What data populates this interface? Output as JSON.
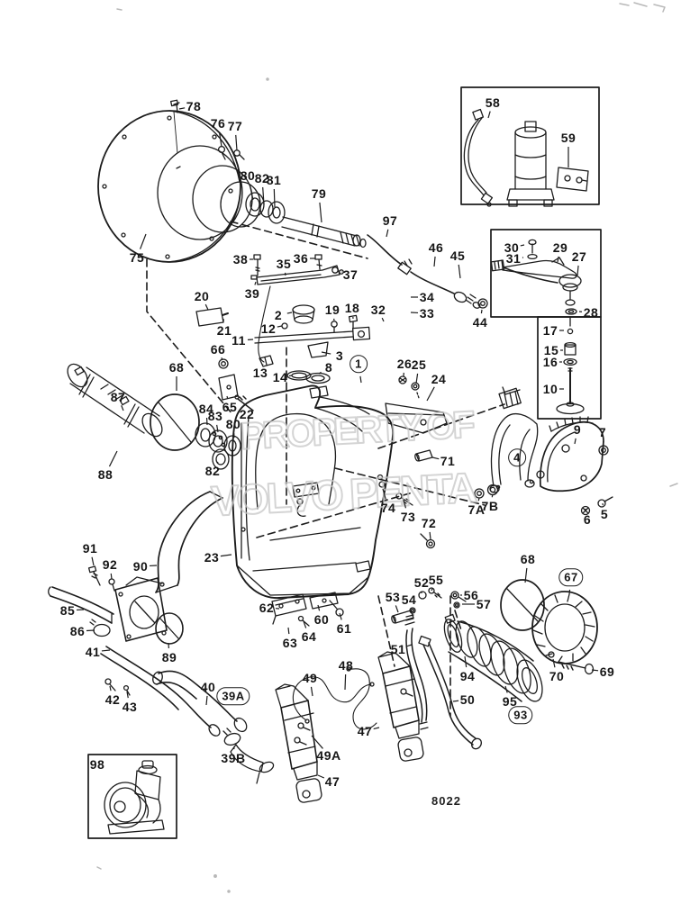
{
  "meta": {
    "drawing_number": "8022"
  },
  "watermark": {
    "line1": "PROPERTY OF",
    "line2": "VOLVO PENTA"
  },
  "colors": {
    "ink": "#1c1c1c",
    "watermark": "#c6c6c6",
    "paper": "#ffffff"
  },
  "labels": [
    [
      "78",
      215,
      118,
      199,
      121
    ],
    [
      "76",
      242,
      137,
      246,
      163
    ],
    [
      "77",
      261,
      140,
      263,
      167
    ],
    [
      "75",
      152,
      286,
      162,
      260
    ],
    [
      "80",
      275,
      195,
      281,
      222
    ],
    [
      "82",
      291,
      198,
      293,
      227
    ],
    [
      "81",
      304,
      200,
      305,
      230
    ],
    [
      "79",
      354,
      215,
      357,
      247
    ],
    [
      "97",
      433,
      245,
      429,
      263
    ],
    [
      "58",
      547,
      114,
      542,
      131
    ],
    [
      "59",
      631,
      153,
      631,
      186
    ],
    [
      "30",
      568,
      275,
      582,
      272
    ],
    [
      "31",
      570,
      287,
      581,
      286
    ],
    [
      "29",
      622,
      275,
      619,
      291
    ],
    [
      "27",
      643,
      285,
      641,
      306
    ],
    [
      "28",
      656,
      347,
      643,
      346
    ],
    [
      "17",
      611,
      367,
      626,
      367
    ],
    [
      "15",
      612,
      389,
      625,
      389
    ],
    [
      "16",
      611,
      402,
      624,
      402
    ],
    [
      "10",
      611,
      432,
      626,
      432
    ],
    [
      "44",
      533,
      358,
      535,
      344
    ],
    [
      "46",
      484,
      275,
      482,
      296
    ],
    [
      "45",
      508,
      284,
      511,
      309
    ],
    [
      "34",
      474,
      330,
      456,
      330
    ],
    [
      "33",
      474,
      348,
      456,
      347
    ],
    [
      "32",
      420,
      344,
      426,
      357
    ],
    [
      "38",
      267,
      288,
      281,
      288
    ],
    [
      "35",
      315,
      293,
      317,
      306
    ],
    [
      "36",
      334,
      287,
      350,
      287
    ],
    [
      "37",
      389,
      305,
      379,
      302
    ],
    [
      "39",
      280,
      326,
      284,
      313
    ],
    [
      "20",
      224,
      329,
      231,
      344
    ],
    [
      "21",
      249,
      367,
      248,
      354
    ],
    [
      "2",
      309,
      350,
      324,
      347
    ],
    [
      "19",
      369,
      344,
      371,
      356
    ],
    [
      "18",
      391,
      342,
      392,
      354
    ],
    [
      "12",
      298,
      365,
      313,
      362
    ],
    [
      "11",
      265,
      378,
      281,
      377
    ],
    [
      "66",
      242,
      388,
      247,
      400
    ],
    [
      "13",
      289,
      414,
      292,
      405
    ],
    [
      "14",
      311,
      419,
      324,
      417
    ],
    [
      "3",
      377,
      395,
      357,
      391
    ],
    [
      "8",
      365,
      408,
      354,
      415
    ],
    [
      "1",
      398,
      404,
      401,
      425,
      true
    ],
    [
      "26",
      449,
      404,
      448,
      418
    ],
    [
      "25",
      465,
      405,
      462,
      426
    ],
    [
      "24",
      487,
      421,
      474,
      445
    ],
    [
      "71",
      497,
      512,
      480,
      508
    ],
    [
      "74",
      431,
      564,
      425,
      543
    ],
    [
      "73",
      453,
      574,
      448,
      555
    ],
    [
      "72",
      476,
      581,
      478,
      599
    ],
    [
      "7A",
      529,
      566,
      532,
      553
    ],
    [
      "7B",
      544,
      562,
      547,
      549
    ],
    [
      "4",
      574,
      508,
      null,
      null,
      true
    ],
    [
      "9",
      641,
      477,
      638,
      493
    ],
    [
      "7",
      669,
      480,
      670,
      495
    ],
    [
      "6",
      652,
      577,
      650,
      565
    ],
    [
      "5",
      671,
      571,
      669,
      559
    ],
    [
      "68",
      196,
      408,
      196,
      434
    ],
    [
      "87",
      131,
      441,
      137,
      456
    ],
    [
      "88",
      117,
      527,
      130,
      501
    ],
    [
      "84",
      229,
      454,
      230,
      472
    ],
    [
      "83",
      239,
      462,
      242,
      480
    ],
    [
      "80",
      259,
      471,
      260,
      486
    ],
    [
      "82",
      236,
      523,
      242,
      513
    ],
    [
      "65",
      255,
      452,
      252,
      440
    ],
    [
      "22",
      274,
      460,
      271,
      448
    ],
    [
      "91",
      100,
      609,
      104,
      628
    ],
    [
      "92",
      122,
      627,
      124,
      643
    ],
    [
      "90",
      156,
      629,
      174,
      628
    ],
    [
      "23",
      235,
      619,
      257,
      616
    ],
    [
      "85",
      75,
      678,
      93,
      677
    ],
    [
      "86",
      86,
      701,
      105,
      700
    ],
    [
      "41",
      103,
      724,
      122,
      722
    ],
    [
      "89",
      188,
      730,
      187,
      714
    ],
    [
      "42",
      125,
      777,
      122,
      762
    ],
    [
      "43",
      144,
      785,
      141,
      768
    ],
    [
      "40",
      231,
      763,
      229,
      783
    ],
    [
      "39A",
      259,
      773,
      null,
      null,
      true
    ],
    [
      "39B",
      259,
      842,
      260,
      829
    ],
    [
      "98",
      108,
      849,
      null,
      null
    ],
    [
      "49",
      344,
      753,
      347,
      773
    ],
    [
      "48",
      384,
      739,
      383,
      766
    ],
    [
      "47",
      405,
      812,
      421,
      808
    ],
    [
      "49A",
      365,
      839,
      346,
      817
    ],
    [
      "47",
      369,
      868,
      353,
      861
    ],
    [
      "62",
      296,
      675,
      310,
      676
    ],
    [
      "63",
      322,
      714,
      320,
      697
    ],
    [
      "64",
      343,
      707,
      337,
      690
    ],
    [
      "60",
      357,
      688,
      353,
      672
    ],
    [
      "61",
      382,
      698,
      377,
      681
    ],
    [
      "53",
      436,
      663,
      442,
      680
    ],
    [
      "54",
      454,
      666,
      457,
      676
    ],
    [
      "52",
      468,
      647,
      468,
      659
    ],
    [
      "55",
      484,
      644,
      479,
      656
    ],
    [
      "56",
      523,
      661,
      511,
      661
    ],
    [
      "57",
      537,
      671,
      513,
      671
    ],
    [
      "51",
      442,
      721,
      457,
      716
    ],
    [
      "50",
      519,
      777,
      503,
      779
    ],
    [
      "94",
      519,
      751,
      516,
      729
    ],
    [
      "95",
      566,
      779,
      561,
      762
    ],
    [
      "93",
      578,
      794,
      null,
      null,
      true
    ],
    [
      "68",
      586,
      621,
      583,
      647
    ],
    [
      "67",
      634,
      641,
      632,
      660,
      true
    ],
    [
      "70",
      618,
      751,
      614,
      732
    ],
    [
      "69",
      674,
      746,
      657,
      744
    ]
  ]
}
